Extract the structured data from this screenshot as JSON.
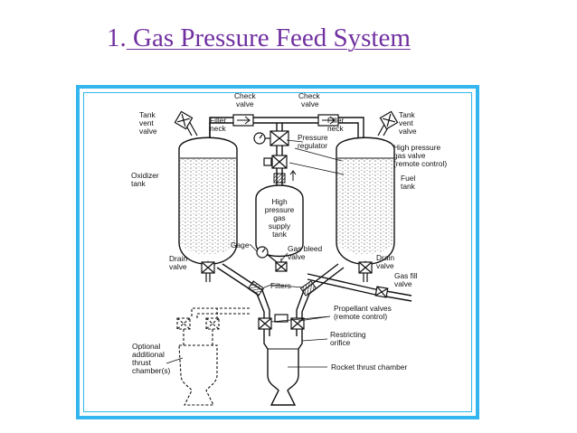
{
  "title": {
    "number": "1.",
    "text": " Gas Pressure Feed System"
  },
  "colors": {
    "title": "#7030a0",
    "frame": "#33b5ef"
  },
  "labels": {
    "check_valve_left": [
      "Check",
      "valve"
    ],
    "check_valve_right": [
      "Check",
      "valve"
    ],
    "tank_vent_left": [
      "Tank",
      "vent",
      "valve"
    ],
    "tank_vent_right": [
      "Tank",
      "vent",
      "valve"
    ],
    "filler_neck_left": [
      "Filler",
      "neck"
    ],
    "filler_neck_right": [
      "Filler",
      "neck"
    ],
    "pressure_regulator": [
      "Pressure",
      "regulator"
    ],
    "high_pressure_gas_valve": [
      "High pressure",
      "gas valve",
      "(remote control)"
    ],
    "oxidizer_tank": [
      "Oxidizer",
      "tank"
    ],
    "fuel_tank": [
      "Fuel",
      "tank"
    ],
    "supply_tank": [
      "High",
      "pressure",
      "gas",
      "supply",
      "tank"
    ],
    "gage": [
      "Gage"
    ],
    "gas_bleed_valve": [
      "Gas bleed",
      "valve"
    ],
    "drain_valve_left": [
      "Drain",
      "valve"
    ],
    "drain_valve_right": [
      "Drain",
      "valve"
    ],
    "gas_fill_valve": [
      "Gas fill",
      "valve"
    ],
    "filters": [
      "Filters"
    ],
    "propellant_valves": [
      "Propellant valves",
      "(remote control)"
    ],
    "restricting_orifice": [
      "Restricting",
      "orifice"
    ],
    "optional_chambers": [
      "Optional",
      "additional",
      "thrust",
      "chamber(s)"
    ],
    "rocket_thrust_chamber": [
      "Rocket thrust chamber"
    ]
  }
}
